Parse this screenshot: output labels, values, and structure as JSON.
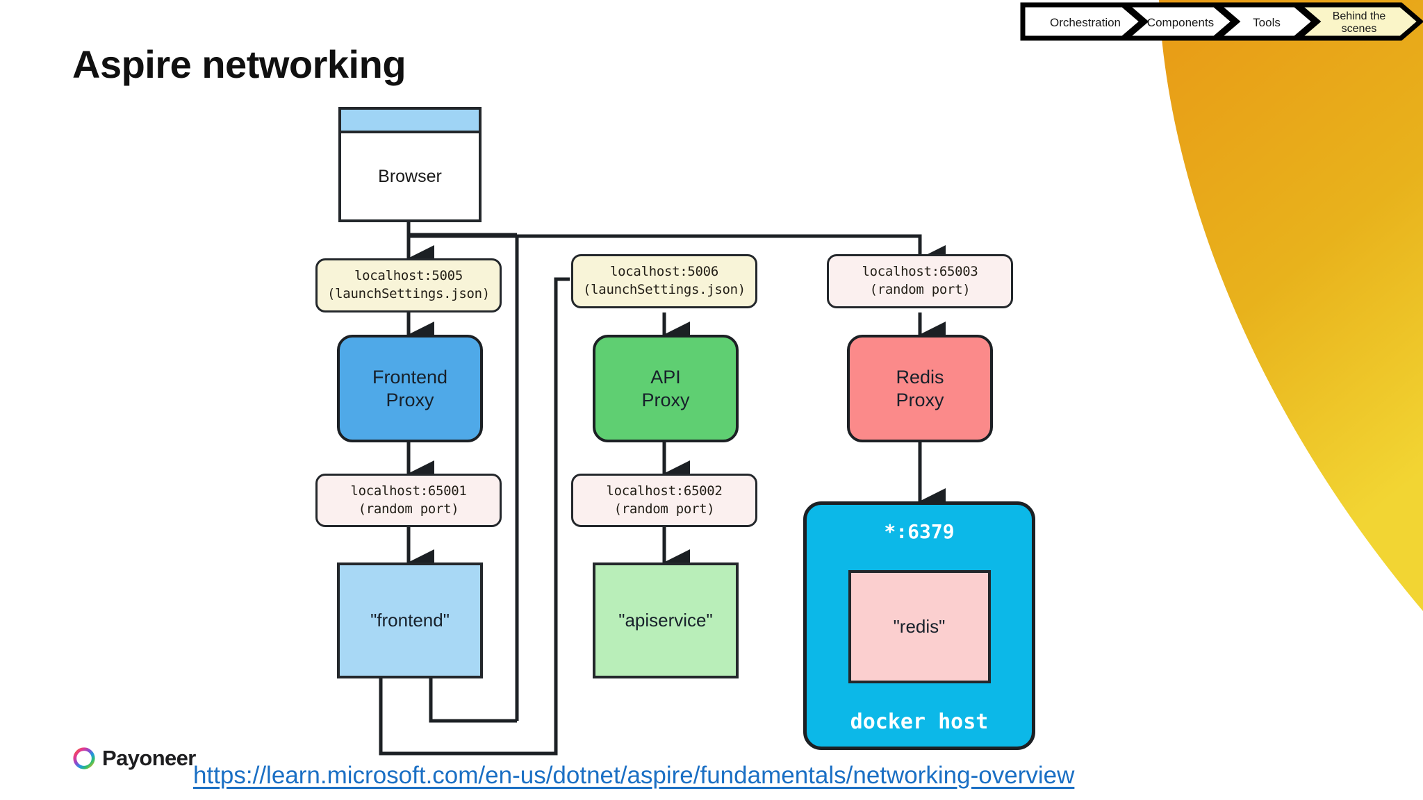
{
  "slide": {
    "title": "Aspire networking",
    "link": "https://learn.microsoft.com/en-us/dotnet/aspire/fundamentals/networking-overview",
    "brand": "Payoneer"
  },
  "breadcrumb": {
    "items": [
      {
        "label": "Orchestration",
        "active": false
      },
      {
        "label": "Components",
        "active": false
      },
      {
        "label": "Tools",
        "active": false
      },
      {
        "label": "Behind the scenes",
        "active": true
      }
    ],
    "active_fill": "#faf5c8",
    "inactive_fill": "#ffffff"
  },
  "colors": {
    "accent_orange": "#e8a11c",
    "accent_yellow": "#f0c829",
    "stroke": "#23272b",
    "browser_titlebar": "#9fd4f5",
    "proxy_blue": "#4fa9e8",
    "proxy_green": "#5fcf72",
    "proxy_red": "#fb8a8a",
    "service_blue": "#a8d8f5",
    "service_green": "#b9eeb9",
    "docker_cyan": "#0cb8e8",
    "redis_pink": "#fbcfcf",
    "port_cream": "#f8f4d8",
    "port_pink": "#fbf0ef",
    "link_blue": "#1a6fc4"
  },
  "diagram": {
    "browser": {
      "label": "Browser"
    },
    "columns": [
      {
        "id": "frontend",
        "top_port": {
          "line1": "localhost:5005",
          "line2": "(launchSettings.json)",
          "variant": "cream"
        },
        "proxy": {
          "line1": "Frontend",
          "line2": "Proxy",
          "variant": "blue"
        },
        "mid_port": {
          "line1": "localhost:65001",
          "line2": "(random port)",
          "variant": "pinkish"
        },
        "service": {
          "label": "\"frontend\"",
          "variant": "lightblue"
        }
      },
      {
        "id": "apiservice",
        "top_port": {
          "line1": "localhost:5006",
          "line2": "(launchSettings.json)",
          "variant": "cream"
        },
        "proxy": {
          "line1": "API",
          "line2": "Proxy",
          "variant": "green"
        },
        "mid_port": {
          "line1": "localhost:65002",
          "line2": "(random port)",
          "variant": "pinkish"
        },
        "service": {
          "label": "\"apiservice\"",
          "variant": "lightgreen"
        }
      },
      {
        "id": "redis",
        "top_port": {
          "line1": "localhost:65003",
          "line2": "(random port)",
          "variant": "pinkish"
        },
        "proxy": {
          "line1": "Redis",
          "line2": "Proxy",
          "variant": "red"
        },
        "docker": {
          "port": "*:6379",
          "inner_label": "\"redis\"",
          "host_label": "docker host"
        }
      }
    ]
  }
}
